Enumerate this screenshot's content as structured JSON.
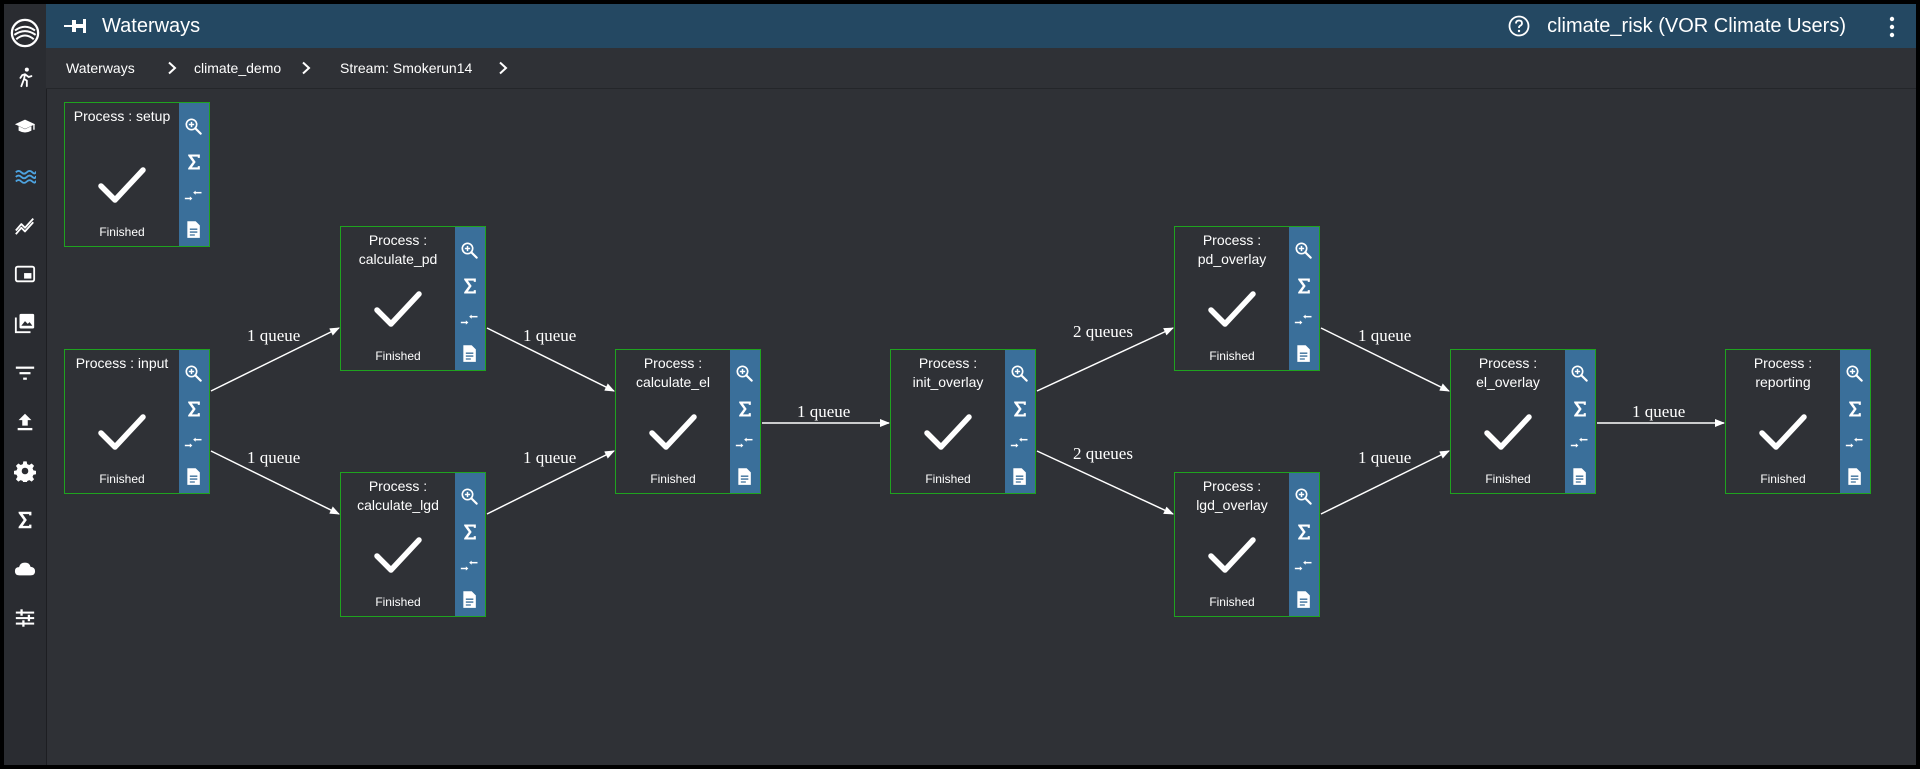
{
  "header": {
    "title": "Waterways",
    "user": "climate_risk (VOR Climate Users)"
  },
  "breadcrumb": [
    "Waterways",
    "climate_demo",
    "Stream: Smokerun14"
  ],
  "rail": [
    {
      "icon": "logo-icon"
    },
    {
      "icon": "runner-icon"
    },
    {
      "icon": "graduation-cap-icon"
    },
    {
      "icon": "waves-icon",
      "active": true
    },
    {
      "icon": "trend-chart-icon"
    },
    {
      "icon": "window-icon"
    },
    {
      "icon": "photo-library-icon"
    },
    {
      "icon": "filter-icon"
    },
    {
      "icon": "upload-icon"
    },
    {
      "icon": "gear-icon"
    },
    {
      "icon": "sigma-icon"
    },
    {
      "icon": "cloud-icon"
    },
    {
      "icon": "sliders-icon"
    }
  ],
  "colors": {
    "header": "#244862",
    "node_border": "#1fa31f",
    "node_bar": "#3a6f9a",
    "active_icon": "#4da3e0"
  },
  "nodes": [
    {
      "id": "setup",
      "title": "Process : setup",
      "status": "Finished"
    },
    {
      "id": "input",
      "title": "Process : input",
      "status": "Finished"
    },
    {
      "id": "calculate_pd",
      "title": "Process : calculate_pd",
      "status": "Finished"
    },
    {
      "id": "calculate_lgd",
      "title": "Process : calculate_lgd",
      "status": "Finished"
    },
    {
      "id": "calculate_el",
      "title": "Process : calculate_el",
      "status": "Finished"
    },
    {
      "id": "init_overlay",
      "title": "Process : init_overlay",
      "status": "Finished"
    },
    {
      "id": "pd_overlay",
      "title": "Process : pd_overlay",
      "status": "Finished"
    },
    {
      "id": "lgd_overlay",
      "title": "Process : lgd_overlay",
      "status": "Finished"
    },
    {
      "id": "el_overlay",
      "title": "Process : el_overlay",
      "status": "Finished"
    },
    {
      "id": "reporting",
      "title": "Process : reporting",
      "status": "Finished"
    }
  ],
  "edges": [
    {
      "from": "input",
      "to": "calculate_pd",
      "label": "1 queue"
    },
    {
      "from": "input",
      "to": "calculate_lgd",
      "label": "1 queue"
    },
    {
      "from": "calculate_pd",
      "to": "calculate_el",
      "label": "1 queue"
    },
    {
      "from": "calculate_lgd",
      "to": "calculate_el",
      "label": "1 queue"
    },
    {
      "from": "calculate_el",
      "to": "init_overlay",
      "label": "1 queue"
    },
    {
      "from": "init_overlay",
      "to": "pd_overlay",
      "label": "2 queues"
    },
    {
      "from": "init_overlay",
      "to": "lgd_overlay",
      "label": "2 queues"
    },
    {
      "from": "pd_overlay",
      "to": "el_overlay",
      "label": "1 queue"
    },
    {
      "from": "lgd_overlay",
      "to": "el_overlay",
      "label": "1 queue"
    },
    {
      "from": "el_overlay",
      "to": "reporting",
      "label": "1 queue"
    }
  ],
  "node_actions": [
    "zoom-in-icon",
    "sigma-icon",
    "merge-arrows-icon",
    "document-icon"
  ]
}
